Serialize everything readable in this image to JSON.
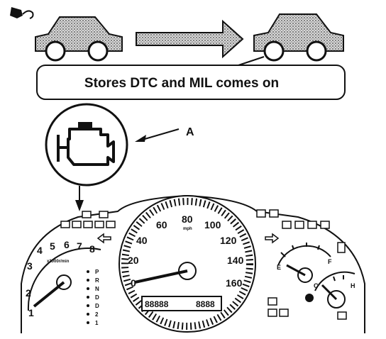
{
  "caption": "Stores DTC and MIL comes on",
  "callout": "A",
  "tachometer": {
    "numbers": [
      "1",
      "2",
      "3",
      "4",
      "5",
      "6",
      "7",
      "8"
    ],
    "unit": "x1000r/min"
  },
  "gear_indicator": [
    "P",
    "R",
    "N",
    "D",
    "D",
    "2",
    "1"
  ],
  "speedometer": {
    "numbers": [
      "0",
      "20",
      "40",
      "60",
      "80",
      "100",
      "120",
      "140",
      "160"
    ],
    "unit": "mph",
    "odometer": "88888",
    "trip": "8888"
  },
  "temp_gauge": {
    "hot": "H",
    "cold": "C"
  },
  "fuel_gauge": {
    "full": "F",
    "empty": "E"
  },
  "colors": {
    "ink": "#111111",
    "hatch": "#555555",
    "paper": "#ffffff"
  }
}
